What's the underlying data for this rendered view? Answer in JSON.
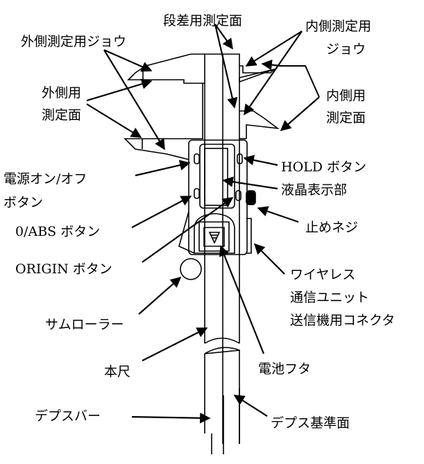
{
  "labels": {
    "step_face": "段差用測定面",
    "outside_jaw": "外側測定用ジョウ",
    "inside_jaw_1": "内側測定用",
    "inside_jaw_2": "ジョウ",
    "outside_face_1": "外側用",
    "outside_face_2": "測定面",
    "inside_face_1": "内側用",
    "inside_face_2": "測定面",
    "power_1": "電源オン/オフ",
    "power_2": "ボタン",
    "hold": "HOLD ボタン",
    "lcd": "液晶表示部",
    "zero_abs": "0/ABS ボタン",
    "lock_screw": "止めネジ",
    "origin": "ORIGIN ボタン",
    "wireless_1": "ワイヤレス",
    "wireless_2": "通信ユニット",
    "wireless_3": "送信機用コネクタ",
    "thumb_roller": "サムローラー",
    "main_scale": "本尺",
    "battery_cover": "電池フタ",
    "depth_bar": "デプスバー",
    "depth_face": "デプス基準面"
  }
}
